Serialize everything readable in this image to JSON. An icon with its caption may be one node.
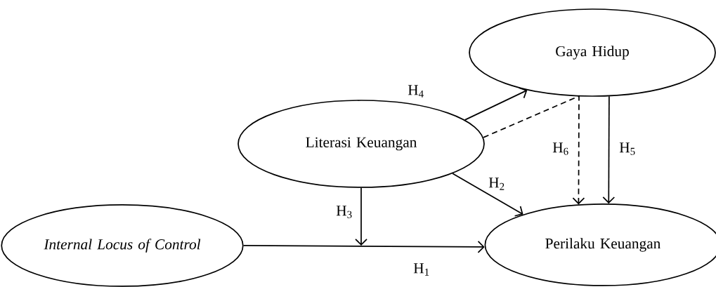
{
  "diagram": {
    "nodes": [
      {
        "text": [
          "Gaya Hidup"
        ]
      },
      {
        "text": [
          "Literasi Keuangan"
        ]
      },
      {
        "text": [
          "*Internal Locus of Control*"
        ]
      },
      {
        "text": [
          "Perilaku Keuangan"
        ]
      }
    ],
    "edges": [
      {
        "from": 2,
        "to": 3,
        "arrow": "to",
        "label": "H$_{1}$"
      },
      {
        "from": 1,
        "to": 3,
        "arrow": "to",
        "label": "H$_{2}$"
      },
      {
        "from": 1,
        "to": null,
        "arrow": "to",
        "label": "H$_{3}$"
      },
      {
        "from": 1,
        "to": 0,
        "arrow": "to",
        "label": "H$_{4}$"
      },
      {
        "from": 0,
        "to": 3,
        "arrow": "to",
        "label": "H$_{5}$"
      },
      {
        "from": 1,
        "to": 3,
        "arrow": "to",
        "label": "H$_{6}$",
        "style": "dashed"
      }
    ]
  }
}
